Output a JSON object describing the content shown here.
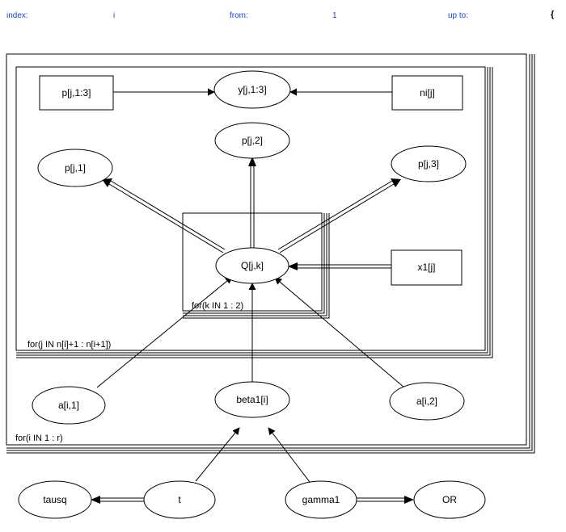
{
  "header": {
    "index_label": "index:",
    "index_value": "i",
    "from_label": "from:",
    "from_value": "1",
    "upto_label": "up to:",
    "upto_value": "",
    "edge_mark": "{"
  },
  "plates": {
    "i": "for(i IN 1 : r)",
    "j": "for(j IN n[i]+1 : n[i+1])",
    "k": "for(k IN 1 : 2)"
  },
  "nodes": {
    "p_j_1to3": "p[j,1:3]",
    "y_j_1to3": "y[j,1:3]",
    "n_i_j": "ni[j]",
    "p_j_2": "p[j,2]",
    "p_j_1": "p[j,1]",
    "p_j_3": "p[j,3]",
    "q_jk": "Q[j,k]",
    "x1_j": "x1[j]",
    "a_i_1": "a[i,1]",
    "beta1_i": "beta1[i]",
    "a_i_2": "a[i,2]",
    "tausq": "tausq",
    "t": "t",
    "gamma1": "gamma1",
    "or": "OR"
  }
}
